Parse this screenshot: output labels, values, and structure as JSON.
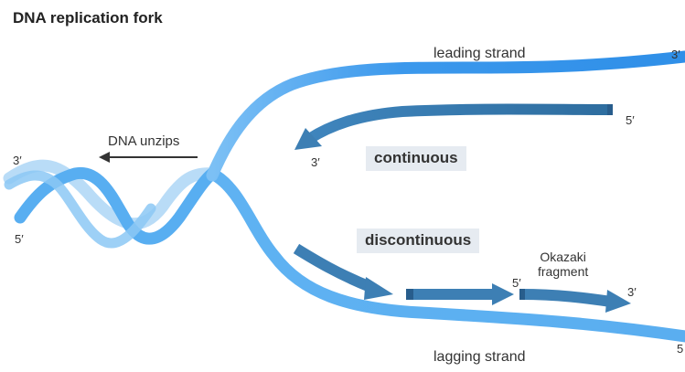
{
  "title": "DNA replication fork",
  "labels": {
    "leading_strand": "leading strand",
    "lagging_strand": "lagging strand",
    "dna_unzips": "DNA unzips",
    "continuous": "continuous",
    "discontinuous": "discontinuous",
    "okazaki_line1": "Okazaki",
    "okazaki_line2": "fragment"
  },
  "ends": {
    "left_top": "3′",
    "left_bottom": "5′",
    "leading_top_right": "3′",
    "leading_new_5": "5′",
    "leading_new_3": "3′",
    "lagging_bottom_right": "5",
    "okazaki_5": "5′",
    "okazaki_3": "3′"
  },
  "colors": {
    "parent_strand": "#4aa6f0",
    "parent_strand_light": "#a8d4f5",
    "new_strand": "#3d7fb4",
    "new_strand_dark": "#285d8c",
    "arrow_dark": "#333333",
    "tag_background": "#e6ebf1"
  }
}
